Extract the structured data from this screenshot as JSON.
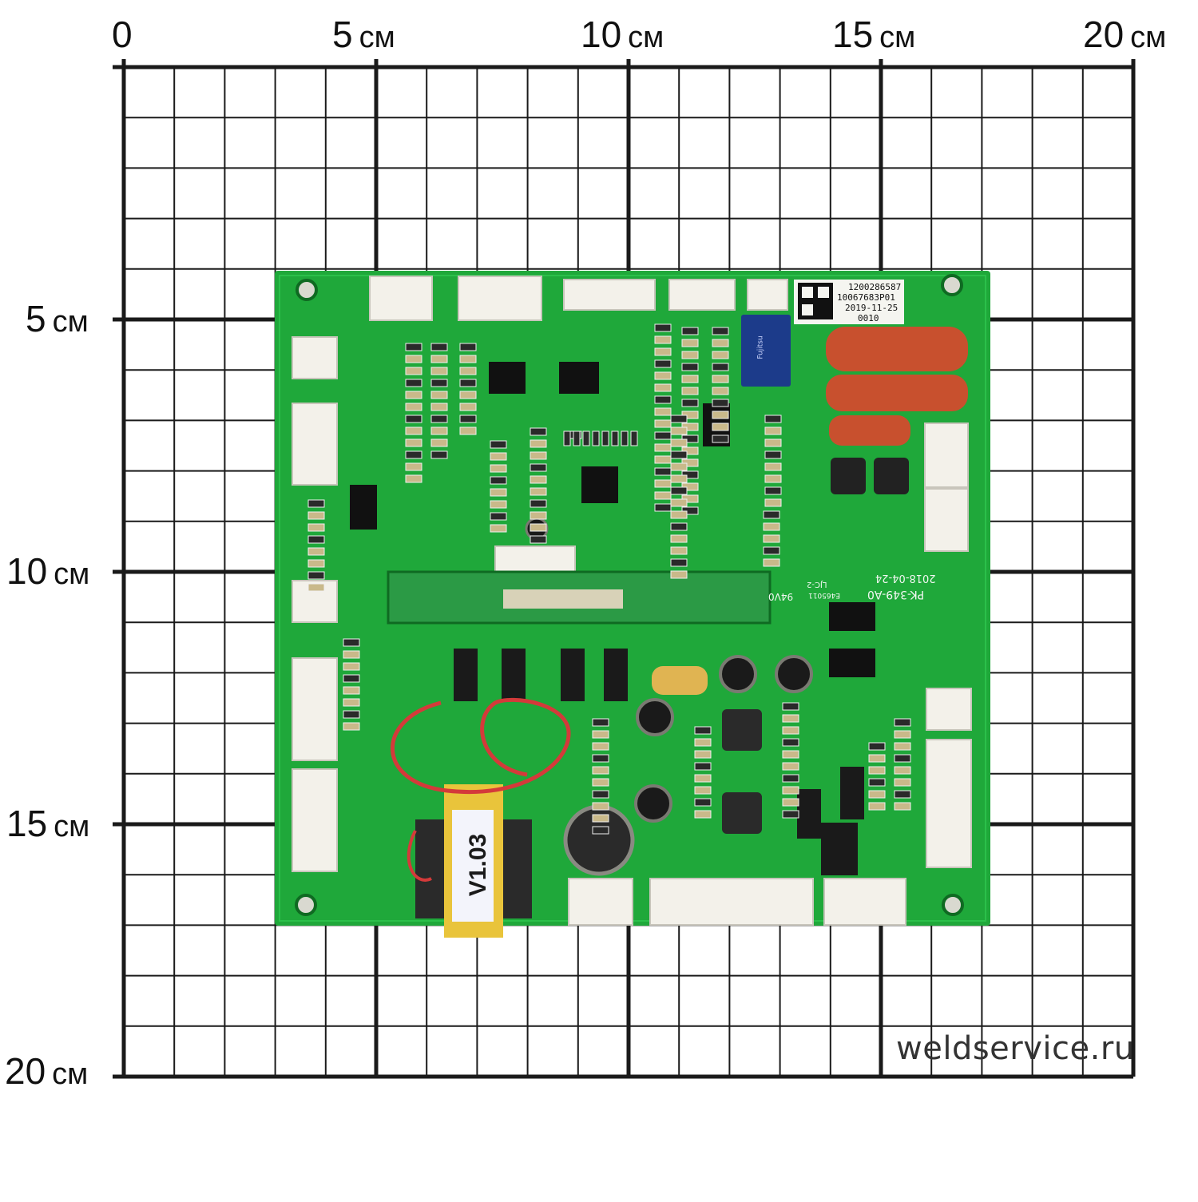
{
  "ruler": {
    "top_labels": [
      {
        "value": "0",
        "unit": ""
      },
      {
        "value": "5",
        "unit": "см"
      },
      {
        "value": "10",
        "unit": "см"
      },
      {
        "value": "15",
        "unit": "см"
      },
      {
        "value": "20",
        "unit": "см"
      }
    ],
    "left_labels": [
      {
        "value": "5",
        "unit": "см"
      },
      {
        "value": "10",
        "unit": "см"
      },
      {
        "value": "15",
        "unit": "см"
      },
      {
        "value": "20",
        "unit": "см"
      }
    ]
  },
  "board": {
    "serial_label": {
      "line1": "1200286587",
      "line2": "10067683P01",
      "line3": "2019-11-25",
      "line4": "0010"
    },
    "silkscreen": {
      "model": "PK-349-A0",
      "date": "2018-04-24",
      "rating": "94V0",
      "ref": "LJC-2",
      "cert": "E465011"
    },
    "transformer_label": "V1.03",
    "relay_label": "Fujitsu"
  },
  "watermark": "weldservice.ru",
  "colors": {
    "pcb_green": "#1fa83a",
    "grid_line": "#1a1a1a",
    "capacitor_red": "#c8502e",
    "connector_white": "#f3f1ea",
    "transformer_yellow": "#e9c43b"
  }
}
